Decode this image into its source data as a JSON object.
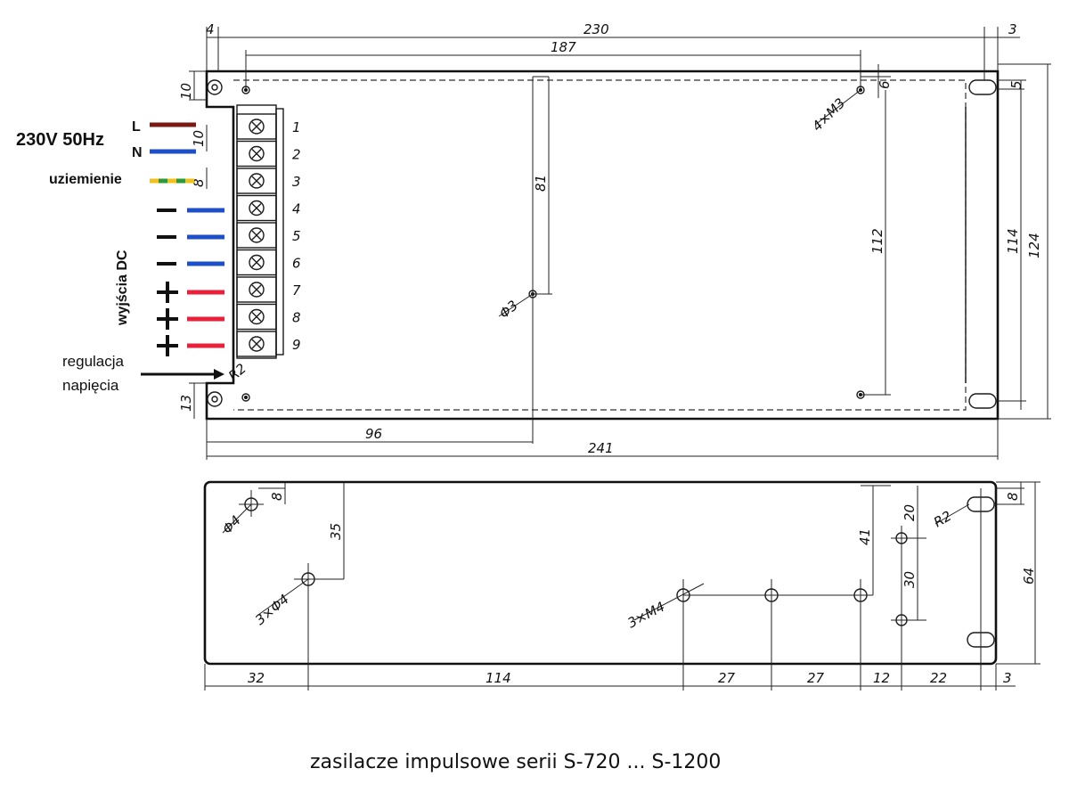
{
  "labels": {
    "mains": "230V 50Hz",
    "L": "L",
    "N": "N",
    "earth": "uziemienie",
    "dc_outputs": "wyjścia DC",
    "regulation_line1": "regulacja",
    "regulation_line2": "napięcia",
    "minus": "−",
    "plus": "+"
  },
  "caption": "zasilacze impulsowe serii S-720 ...  S-1200",
  "terminals": [
    "1",
    "2",
    "3",
    "4",
    "5",
    "6",
    "7",
    "8",
    "9"
  ],
  "dims_top": {
    "d4": "4",
    "d230": "230",
    "d3": "3",
    "d187": "187",
    "d10": "10",
    "d10b": "10",
    "d8": "8",
    "d13": "13",
    "d81": "81",
    "phi3": "Φ3",
    "r2": "R2",
    "m3": "4×M3",
    "d6": "6",
    "d5": "5",
    "d112": "112",
    "d114": "114",
    "d124": "124",
    "d96": "96",
    "d241": "241"
  },
  "dims_bottom": {
    "phi4": "Φ4",
    "d8a": "8",
    "d35": "35",
    "three_phi4": "3×Φ4",
    "three_m4": "3×M4",
    "d41": "41",
    "d20": "20",
    "d30": "30",
    "r2": "R2",
    "d8b": "8",
    "d64": "64",
    "d32": "32",
    "d114": "114",
    "d27a": "27",
    "d27b": "27",
    "d12": "12",
    "d22": "22",
    "d3": "3"
  },
  "colors": {
    "L_wire": "#7a1a12",
    "N_wire": "#1e4fc8",
    "earth_yellow": "#f2c21a",
    "earth_green": "#2c9a3a",
    "minus_wire": "#1e4fc8",
    "plus_wire": "#e8203a"
  }
}
